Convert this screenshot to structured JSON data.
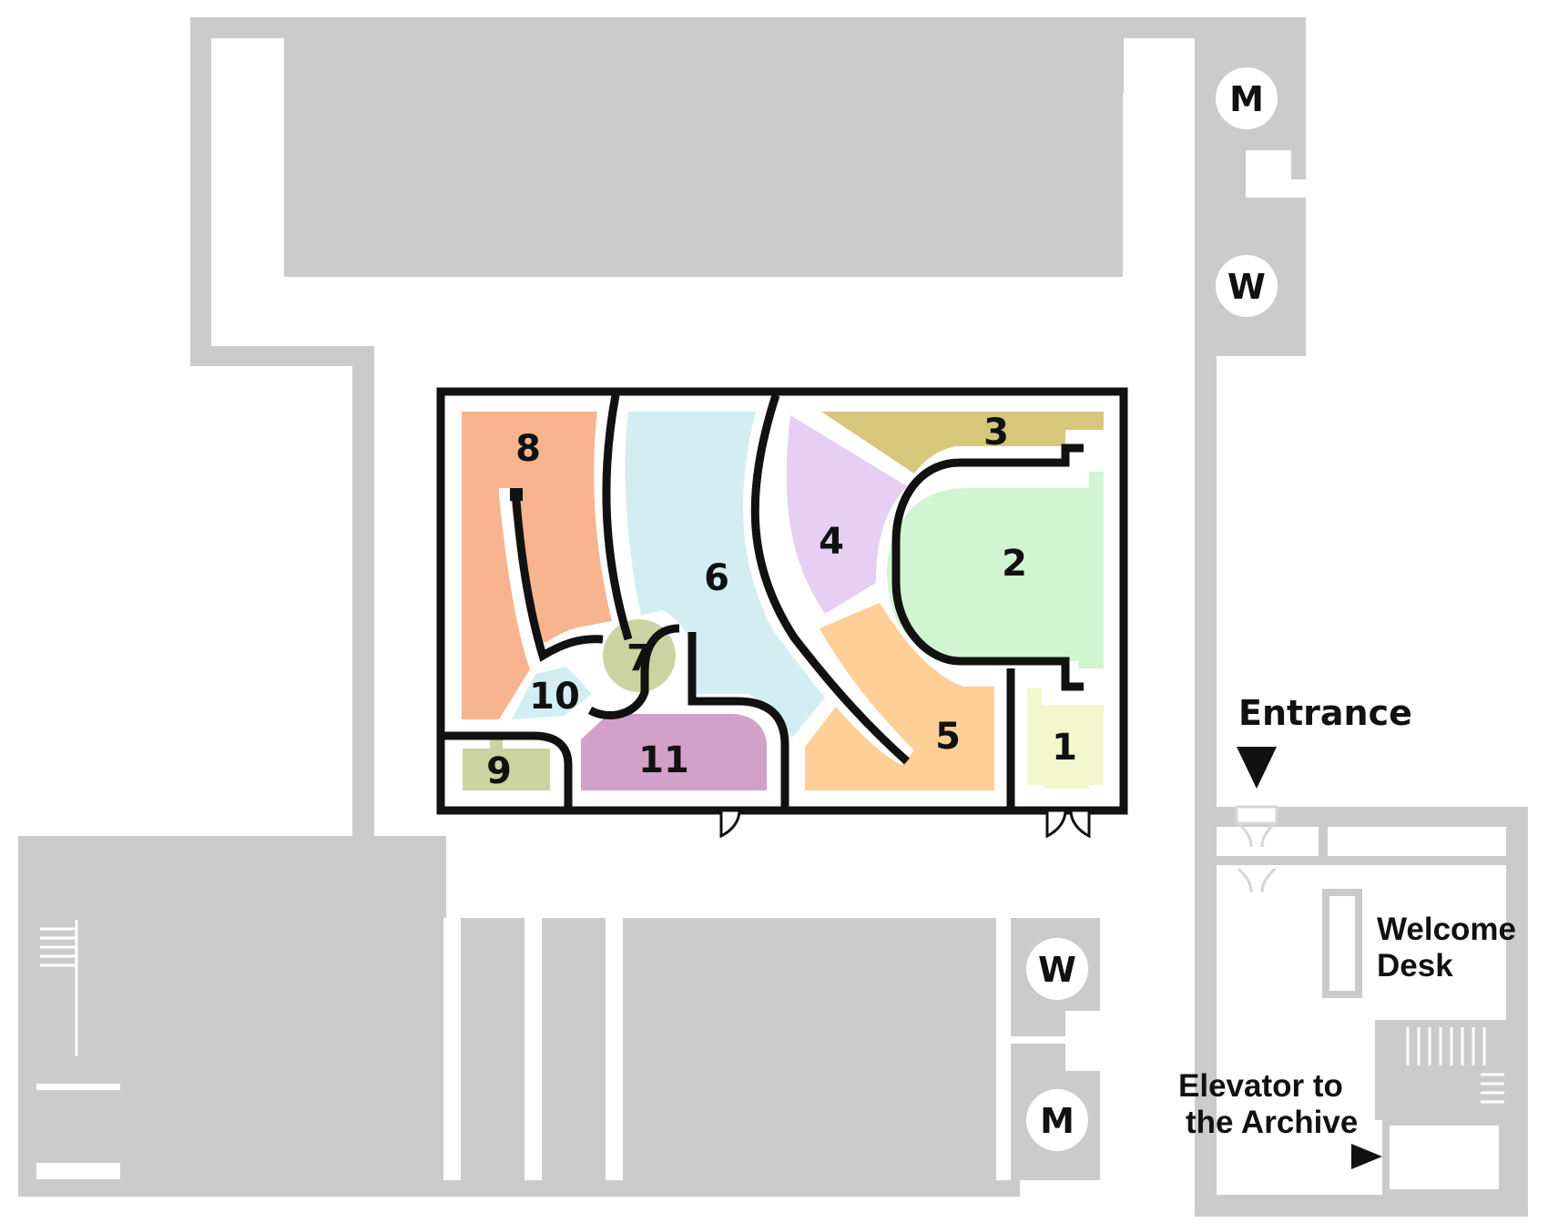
{
  "colors": {
    "building": "#cbcbcb",
    "wall": "#111111",
    "corridor": "#ffffff"
  },
  "rooms": [
    {
      "id": "1",
      "label": "1",
      "color": "#f2f7cd"
    },
    {
      "id": "2",
      "label": "2",
      "color": "#d1f5d1"
    },
    {
      "id": "3",
      "label": "3",
      "color": "#d8c67b"
    },
    {
      "id": "4",
      "label": "4",
      "color": "#e6cff3"
    },
    {
      "id": "5",
      "label": "5",
      "color": "#fecf97"
    },
    {
      "id": "6",
      "label": "6",
      "color": "#d3eef2"
    },
    {
      "id": "7",
      "label": "7",
      "color": "#ccd3a2"
    },
    {
      "id": "8",
      "label": "8",
      "color": "#f7b48e"
    },
    {
      "id": "9",
      "label": "9",
      "color": "#ccd3a2"
    },
    {
      "id": "10",
      "label": "10",
      "color": "#d3eef2"
    },
    {
      "id": "11",
      "label": "11",
      "color": "#d2a0c8"
    }
  ],
  "restrooms": [
    {
      "id": "m-top",
      "letter": "M",
      "icon": "mens-restroom-icon"
    },
    {
      "id": "w-top",
      "letter": "W",
      "icon": "womens-restroom-icon"
    },
    {
      "id": "w-bottom",
      "letter": "W",
      "icon": "womens-restroom-icon"
    },
    {
      "id": "m-bottom",
      "letter": "M",
      "icon": "mens-restroom-icon"
    }
  ],
  "labels": {
    "entrance": "Entrance",
    "welcome_line1": "Welcome",
    "welcome_line2": "Desk",
    "elevator_line1": "Elevator to",
    "elevator_line2": "the Archive"
  },
  "icons": {
    "entrance_arrow": "down-triangle-icon",
    "elevator_arrow": "right-triangle-icon",
    "stairs": "stairs-icon",
    "door": "door-icon"
  }
}
